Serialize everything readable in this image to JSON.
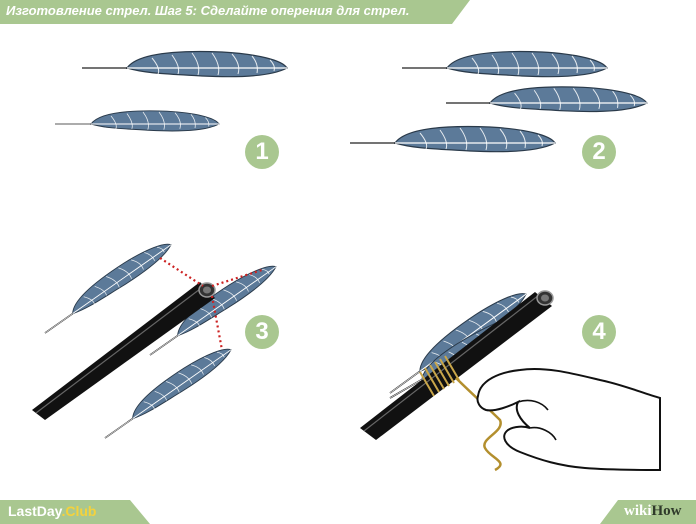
{
  "header": {
    "title": "Изготовление стрел. Шаг 5: Сделайте оперения для стрел."
  },
  "steps": [
    {
      "number": "1"
    },
    {
      "number": "2"
    },
    {
      "number": "3"
    },
    {
      "number": "4"
    }
  ],
  "footer": {
    "brand_part1": "LastDay",
    "brand_part2": ".Club",
    "wiki_part1": "wiki",
    "wiki_part2": "How"
  },
  "colors": {
    "banner_green": "#a9c790",
    "feather_blue": "#5c7a99",
    "shaft_black": "#111111",
    "thread_gold": "#c9a64a",
    "guide_red": "#cc2222",
    "brand_yellow": "#f4d23c"
  }
}
